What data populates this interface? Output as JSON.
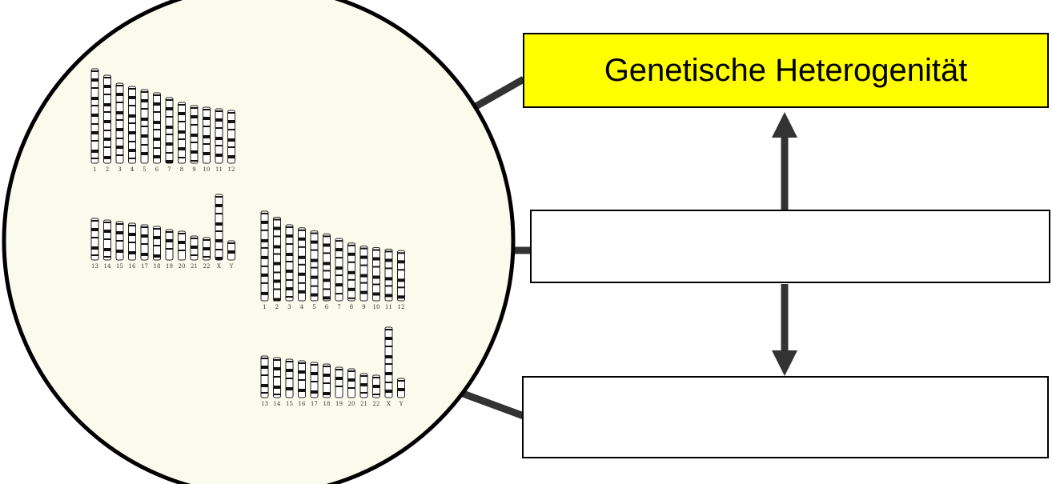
{
  "diagram": {
    "boxes": [
      {
        "label": "Genetische Heterogenität",
        "fill": "#ffff00"
      },
      {
        "label": "",
        "fill": "#ffffff"
      },
      {
        "label": "",
        "fill": "#ffffff"
      }
    ],
    "circle_fill": "#fbfbed",
    "stroke_color": "#333333",
    "karyotype_panels": [
      {
        "row1_labels": [
          "1",
          "2",
          "3",
          "4",
          "5",
          "6",
          "7",
          "8",
          "9",
          "10",
          "11",
          "12"
        ],
        "row2_labels": [
          "13",
          "14",
          "15",
          "16",
          "17",
          "18",
          "19",
          "20",
          "21",
          "22",
          "X",
          "Y"
        ]
      },
      {
        "row1_labels": [
          "1",
          "2",
          "3",
          "4",
          "5",
          "6",
          "7",
          "8",
          "9",
          "10",
          "11",
          "12"
        ],
        "row2_labels": [
          "13",
          "14",
          "15",
          "16",
          "17",
          "18",
          "19",
          "20",
          "21",
          "22",
          "X",
          "Y"
        ]
      }
    ]
  }
}
